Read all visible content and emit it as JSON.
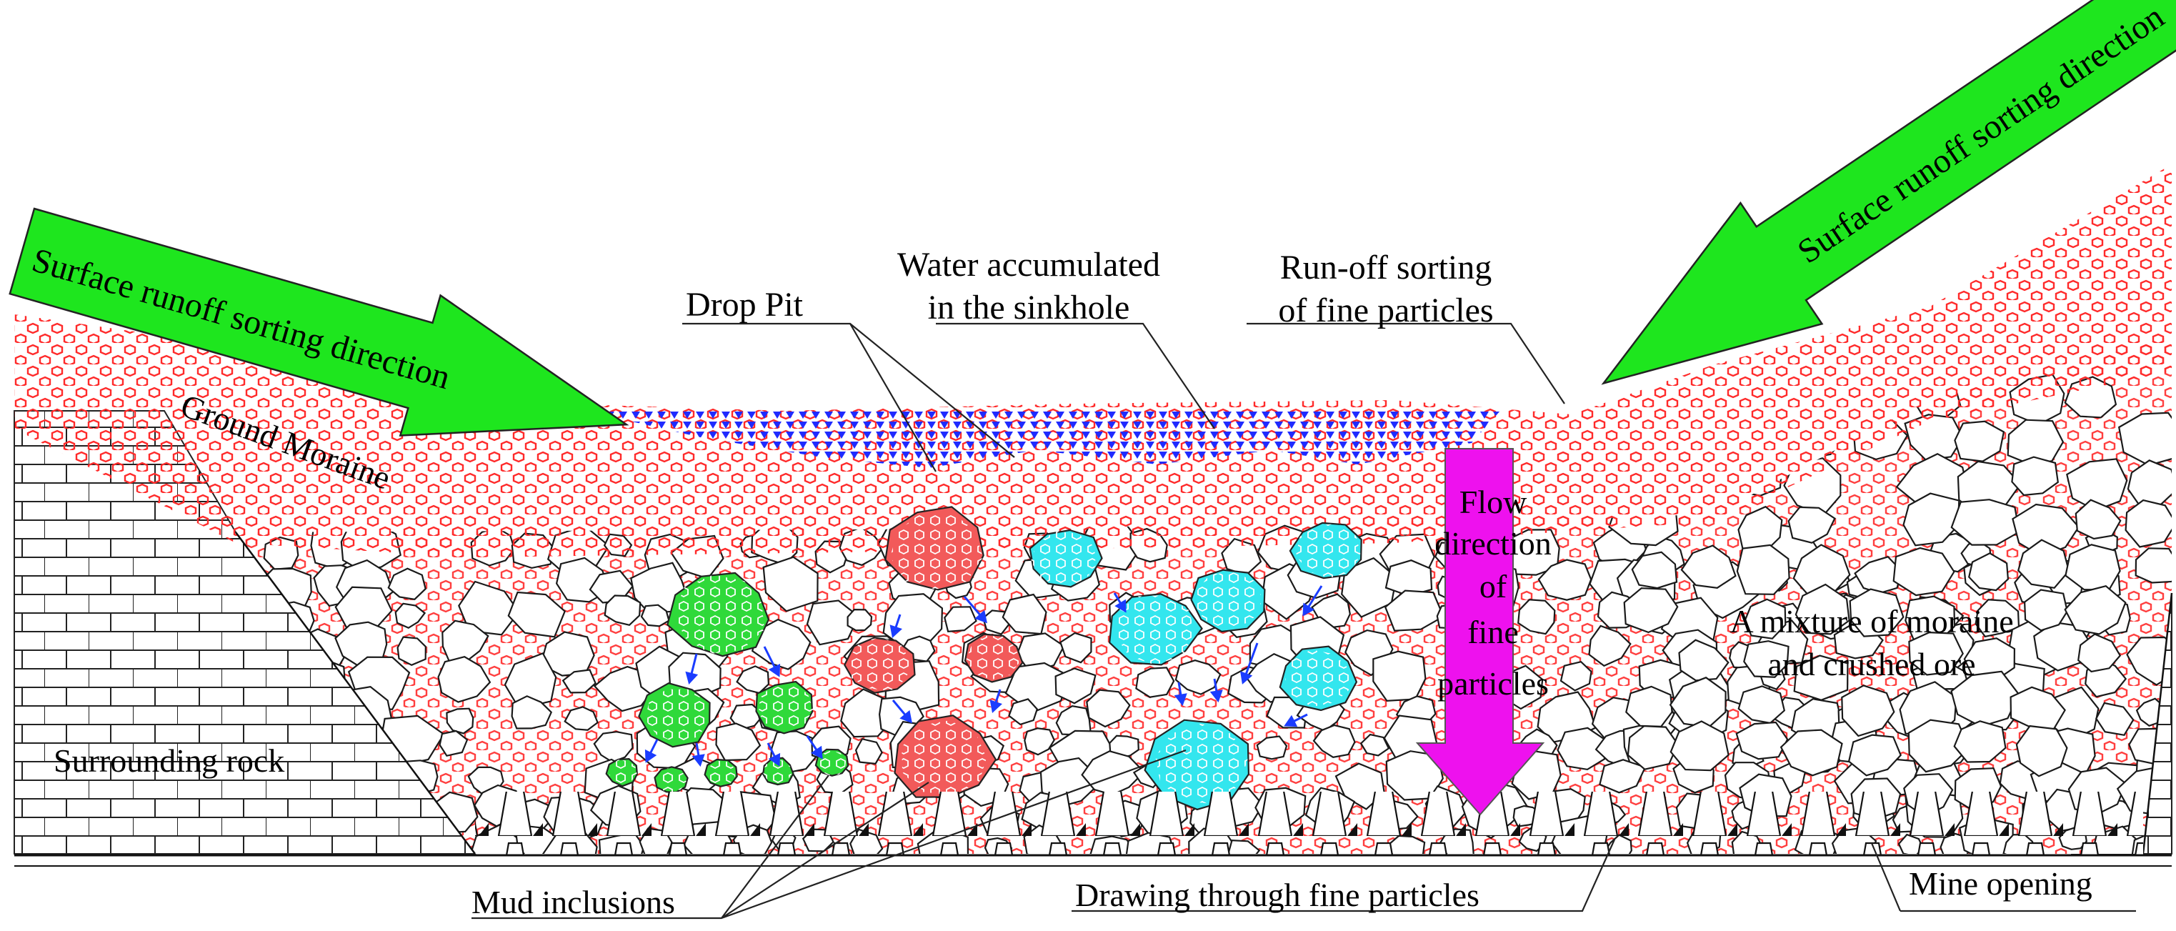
{
  "labels": {
    "drop_pit": "Drop Pit",
    "water_line1": "Water accumulated",
    "water_line2": "in the sinkhole",
    "runoff_line1": "Run-off sorting",
    "runoff_line2": "of fine particles",
    "ground_moraine": "Ground Moraine",
    "surrounding_rock": "Surrounding rock",
    "flow_line1": "Flow",
    "flow_line2": "direction",
    "flow_line3": "of",
    "flow_line4": "fine",
    "flow_line5": "particles",
    "mixture_line1": "A mixture of moraine",
    "mixture_line2": "and crushed ore",
    "mud_inclusions": "Mud inclusions",
    "drawing_fine": "Drawing through fine particles",
    "mine_opening": "Mine opening",
    "surface_runoff_left": "Surface runoff sorting direction",
    "surface_runoff_right": "Surface runoff sorting direction"
  },
  "colors": {
    "moraine_particles": "#ff2a2a",
    "water": "#1f2bff",
    "mud_green": "#2fd93a",
    "mud_cyan": "#33e6ee",
    "mud_red": "#f25a5a",
    "runoff_arrow": "#1ee61e",
    "flow_arrow": "#ee11ee",
    "rock_outline": "#1a1a1a",
    "small_flow_arrows": "#1a3cff"
  }
}
